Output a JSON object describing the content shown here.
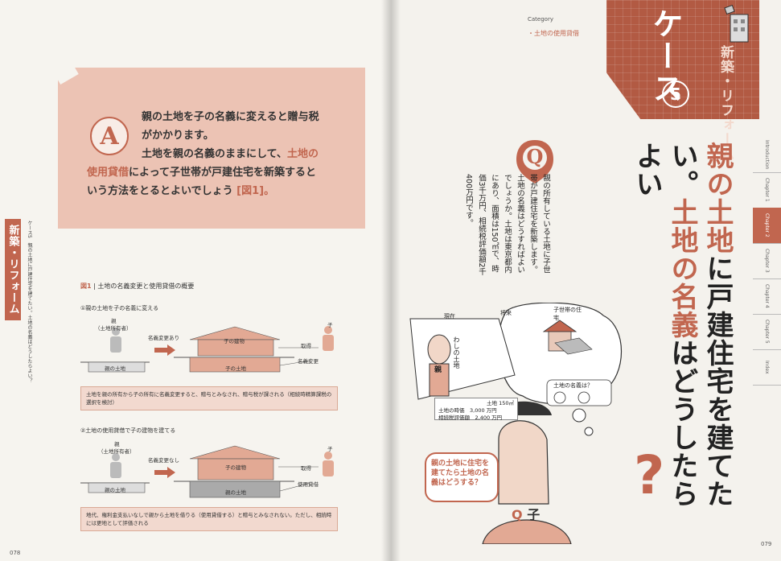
{
  "left": {
    "side_tab": "新築・リフォーム",
    "side_caption": "ケース5　親の土地に戸建住宅を建てたい。土地の名義はどうしたらよい？",
    "answer": {
      "badge": "A",
      "line1": "親の土地を子の名義に変えると贈与税",
      "line2": "がかかります。",
      "line3_pre": "土地を親の名義のままにして、",
      "line3_hl": "土地の",
      "line4_hl": "使用貸借",
      "line4_post": "によって子世帯が戸建住宅を新築すると",
      "line5": "いう方法をとるとよいでしょう",
      "line5_ref": "[図1]。"
    },
    "figure": {
      "num": "図1",
      "title": "土地の名義変更と使用貸借の概要",
      "case1_title": "①親の土地を子の名義に変える",
      "case1_parent": "親",
      "case1_owner": "（土地所有者）",
      "case1_transfer": "名義変更あり",
      "case1_building": "子の建物",
      "case1_land": "子の土地",
      "case1_parent_land": "親の土地",
      "case1_acquire": "取得",
      "case1_change": "名義変更",
      "case1_child": "子",
      "case1_note": "土地を親の所有から子の所有に名義変更すると、贈与とみなされ、贈与税が課される（相続時精算課税の選択を検討）",
      "case2_title": "②土地の使用貸借で子の建物を建てる",
      "case2_parent": "親",
      "case2_owner": "（土地所有者）",
      "case2_transfer": "名義変更なし",
      "case2_building": "子の建物",
      "case2_land": "親の土地",
      "case2_parent_land": "親の土地",
      "case2_acquire": "取得",
      "case2_loan": "使用貸借",
      "case2_child": "子",
      "case2_note": "地代、権利金支払いなしで親から土地を借りる（使用貸借する）と贈与とみなされない。ただし、相続時には更地として評価される"
    },
    "page_num": "078"
  },
  "right": {
    "category_label": "Category",
    "category_item": "・土地の使用貸借",
    "case_label": "ケース",
    "case_num": "5",
    "shinchiku": "新築・リフォーム",
    "headline_hl1": "親の土地",
    "headline_mid1": "に",
    "headline_mid2": "戸建住宅を建てたい。",
    "headline_hl2": "土地の名義",
    "headline_mid3": "はどうしたらよい",
    "headline_q": "?",
    "q_badge": "Q",
    "q_text": "親の所有している土地に子世帯が戸建住宅を新築します。土地の名義はどうすればよいでしょうか。土地は東京都内にあり、面積は150㎡で、時価3千万円、相続税評価額2千400万円です。",
    "chapters": [
      "Introduction",
      "Chapter 1",
      "Chapter 2",
      "Chapter 3",
      "Chapter 4",
      "Chapter 5",
      "Index"
    ],
    "illus": {
      "now": "現在",
      "future": "将来",
      "child_house": "子世帯の住宅",
      "my_land": "わしの土地",
      "parent_tag": "親",
      "land_name_q": "土地の名義は？",
      "land_area": "土地 150㎡",
      "land_price_label": "土地の時価",
      "land_price": "3,000 万円",
      "land_eval_label": "相続税評価額",
      "land_eval": "2,400 万円",
      "child_question": "親の土地に住宅を建てたら土地の名義はどうする？",
      "child_q": "Q",
      "child_label": "子"
    },
    "page_num": "079"
  },
  "colors": {
    "accent": "#c1664f",
    "answer_bg": "#ecc3b4",
    "case_bg": "#b25a43"
  }
}
